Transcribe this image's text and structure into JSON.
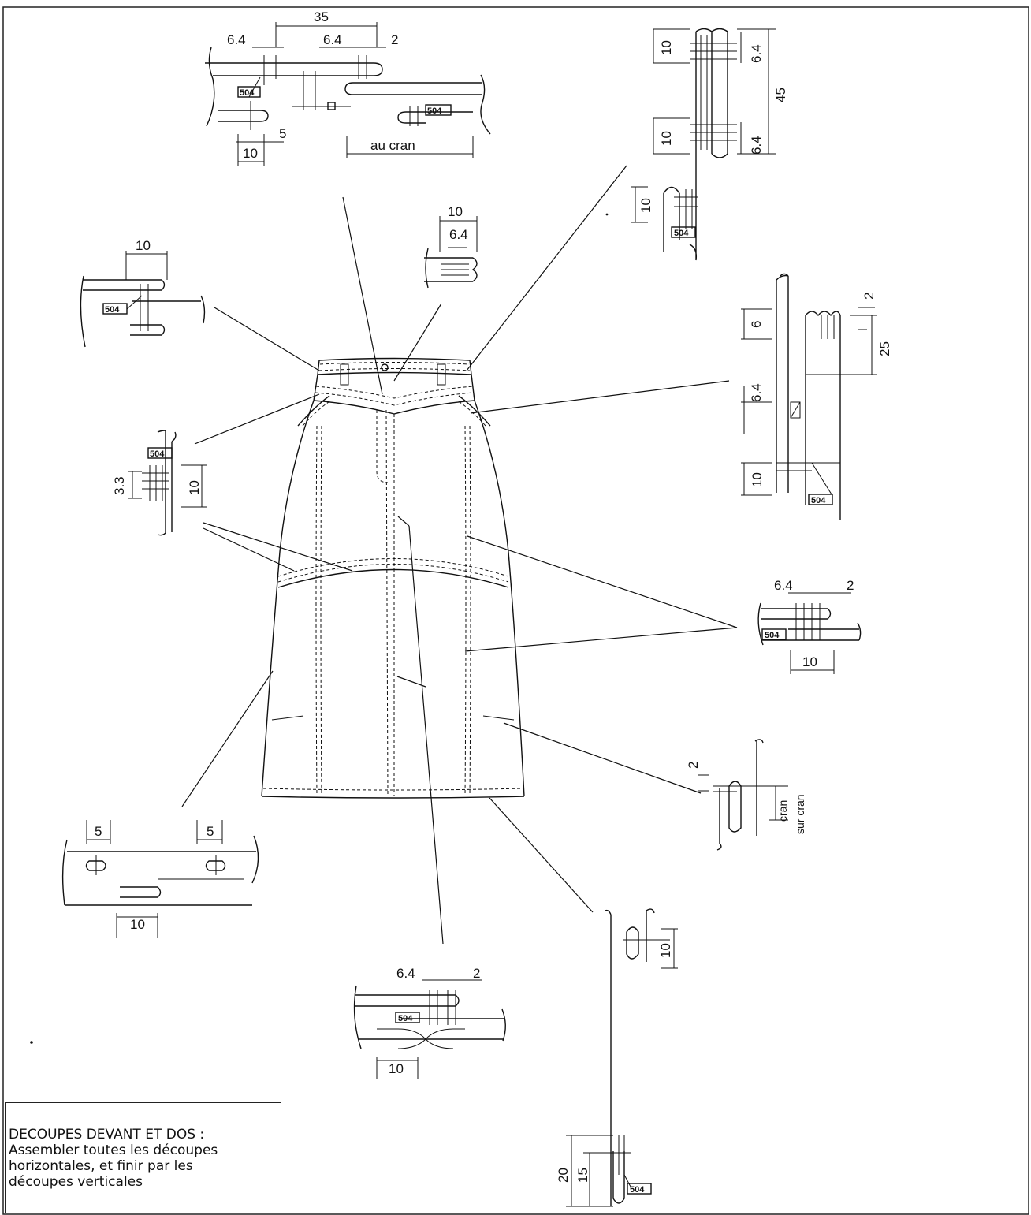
{
  "note": {
    "line1": "DECOUPES DEVANT ET DOS :",
    "line2": "Assembler toutes les découpes",
    "line3": "horizontales, et finir par les",
    "line4": "découpes verticales"
  },
  "dims": {
    "d35": "35",
    "d6_4": "6.4",
    "d2": "2",
    "d5": "5",
    "d10": "10",
    "d3_3": "3.3",
    "d6": "6",
    "d15": "15",
    "d20": "20",
    "d25": "25",
    "d45": "45",
    "au_cran": "au cran",
    "cran": "cran",
    "sur_cran": "sur cran"
  },
  "tag": "504"
}
